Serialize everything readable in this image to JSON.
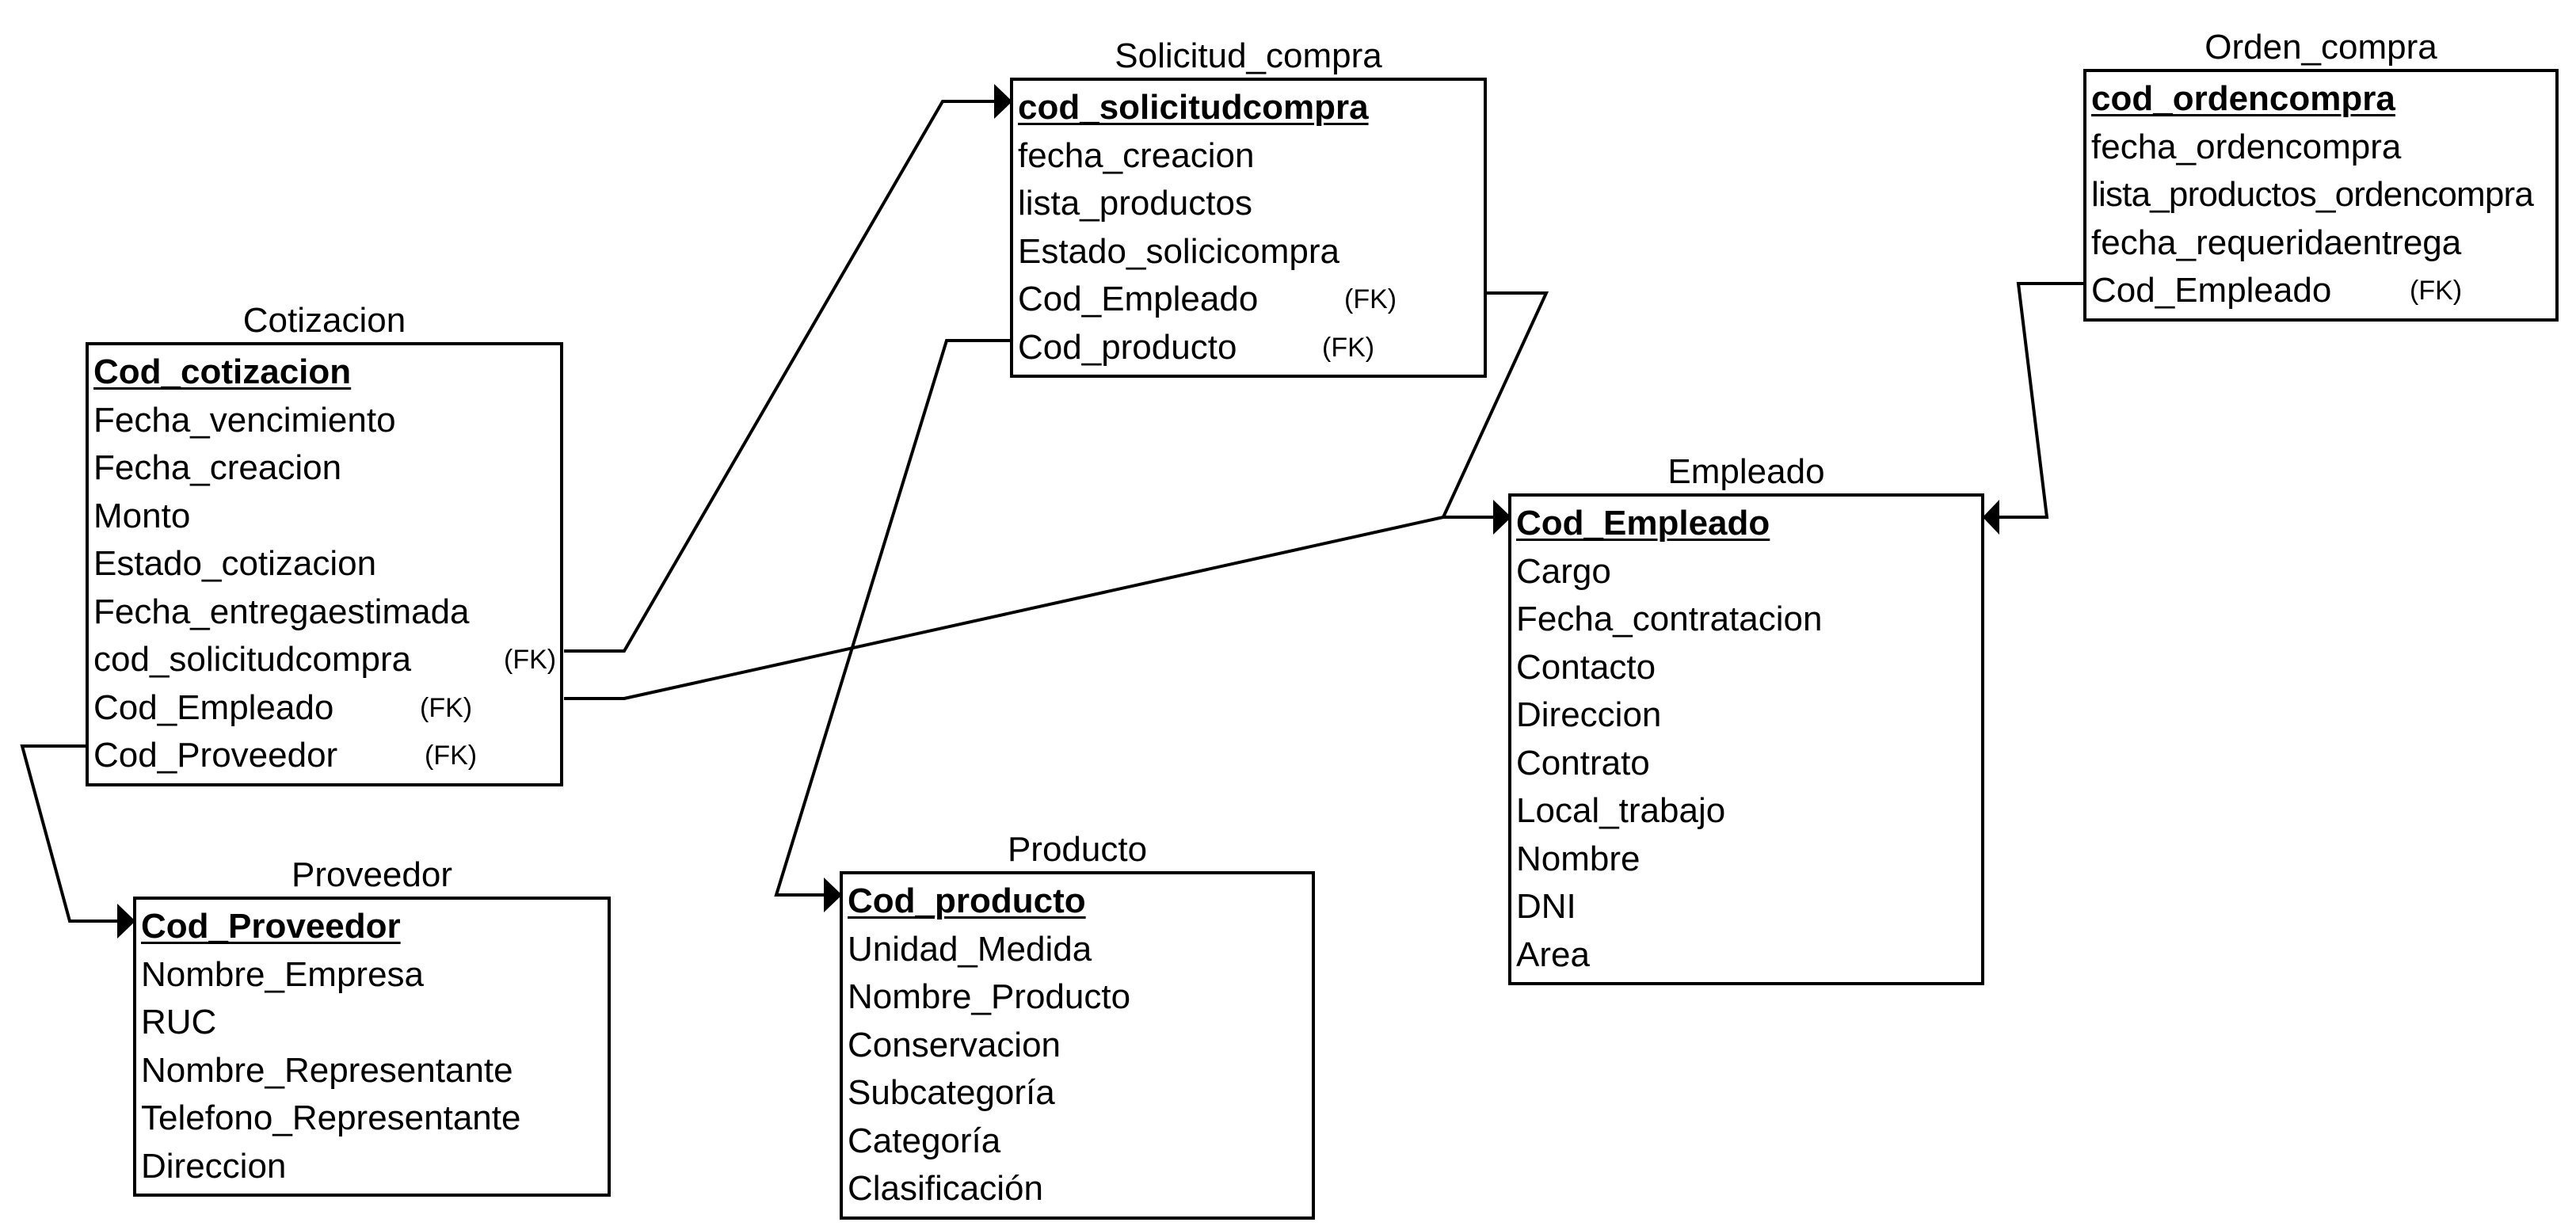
{
  "entities": {
    "solicitud_compra": {
      "title": "Solicitud_compra",
      "attributes": [
        {
          "name": "cod_solicitudcompra",
          "pk": true
        },
        {
          "name": "fecha_creacion"
        },
        {
          "name": "lista_productos"
        },
        {
          "name": "Estado_solicicompra"
        },
        {
          "name": "Cod_Empleado",
          "fk": "(FK)"
        },
        {
          "name": "Cod_producto",
          "fk": "(FK)"
        }
      ]
    },
    "orden_compra": {
      "title": "Orden_compra",
      "attributes": [
        {
          "name": "cod_ordencompra",
          "pk": true
        },
        {
          "name": "fecha_ordencompra"
        },
        {
          "name": "lista_productos_ordencompra"
        },
        {
          "name": "fecha_requeridaentrega"
        },
        {
          "name": "Cod_Empleado",
          "fk": "(FK)"
        }
      ]
    },
    "cotizacion": {
      "title": "Cotizacion",
      "attributes": [
        {
          "name": "Cod_cotizacion",
          "pk": true
        },
        {
          "name": "Fecha_vencimiento"
        },
        {
          "name": "Fecha_creacion"
        },
        {
          "name": "Monto"
        },
        {
          "name": "Estado_cotizacion"
        },
        {
          "name": "Fecha_entregaestimada"
        },
        {
          "name": "cod_solicitudcompra",
          "fk": "(FK)"
        },
        {
          "name": "Cod_Empleado",
          "fk": "(FK)"
        },
        {
          "name": "Cod_Proveedor",
          "fk": "(FK)"
        }
      ]
    },
    "empleado": {
      "title": "Empleado",
      "attributes": [
        {
          "name": "Cod_Empleado",
          "pk": true
        },
        {
          "name": "Cargo"
        },
        {
          "name": "Fecha_contratacion"
        },
        {
          "name": "Contacto"
        },
        {
          "name": "Direccion"
        },
        {
          "name": "Contrato"
        },
        {
          "name": "Local_trabajo"
        },
        {
          "name": "Nombre"
        },
        {
          "name": "DNI"
        },
        {
          "name": "Area"
        }
      ]
    },
    "proveedor": {
      "title": "Proveedor",
      "attributes": [
        {
          "name": "Cod_Proveedor",
          "pk": true
        },
        {
          "name": "Nombre_Empresa"
        },
        {
          "name": "RUC"
        },
        {
          "name": "Nombre_Representante"
        },
        {
          "name": "Telefono_Representante"
        },
        {
          "name": "Direccion"
        }
      ]
    },
    "producto": {
      "title": "Producto",
      "attributes": [
        {
          "name": "Cod_producto",
          "pk": true
        },
        {
          "name": "Unidad_Medida"
        },
        {
          "name": "Nombre_Producto"
        },
        {
          "name": "Conservacion"
        },
        {
          "name": "Subcategoría"
        },
        {
          "name": "Categoría"
        },
        {
          "name": "Clasificación"
        }
      ]
    }
  },
  "relationships": [
    {
      "from": "cotizacion.cod_solicitudcompra",
      "to": "solicitud_compra.cod_solicitudcompra"
    },
    {
      "from": "cotizacion.Cod_Empleado",
      "to": "empleado.Cod_Empleado"
    },
    {
      "from": "cotizacion.Cod_Proveedor",
      "to": "proveedor.Cod_Proveedor"
    },
    {
      "from": "solicitud_compra.Cod_Empleado",
      "to": "empleado.Cod_Empleado"
    },
    {
      "from": "solicitud_compra.Cod_producto",
      "to": "producto.Cod_producto"
    },
    {
      "from": "orden_compra.Cod_Empleado",
      "to": "empleado.Cod_Empleado"
    }
  ],
  "colors": {
    "line": "#000000",
    "background": "#ffffff"
  }
}
